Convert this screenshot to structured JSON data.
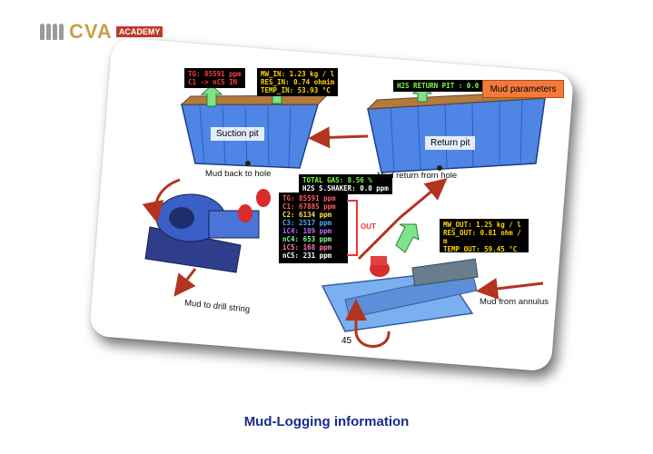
{
  "logo": {
    "brand": "CVA",
    "sub": "ACADEMY"
  },
  "panels": {
    "suction_top_left": [
      "TG: 85591 ppm",
      "C1 -> nC5  IN"
    ],
    "suction_top_right": [
      "MW_IN: 1.23 kg / l",
      "RES_IN: 0.74 ohmim",
      "TEMP_IN: 53.93 °C"
    ],
    "return_top": "H2S RETURN PIT : 0.0 ppm",
    "mud_params": "Mud parameters",
    "gas_header": [
      "TOTAL GAS:  8.56 %",
      "H2S S.SHAKER: 0.0 ppm"
    ],
    "gas_lines": [
      "TG: 85591 ppm",
      "C1: 67885 ppm",
      "C2: 6134 ppm",
      "C3: 2517 ppm",
      "iC4: 189 ppm",
      "nC4: 653 ppm",
      "iC5: 168 ppm",
      "nC5: 231 ppm"
    ],
    "out_label": "OUT",
    "outflow": [
      "MW_OUT: 1.25 kg / l",
      "RES_OUT: 0.81 ohm / m",
      "TEMP_OUT: 59.45  °C"
    ]
  },
  "labels": {
    "suction_pit": "Suction pit",
    "return_pit": "Return pit",
    "mud_back": "Mud back to hole",
    "mud_return": "Mud return from hole",
    "mud_drill": "Mud to drill string",
    "mud_annulus": "Mud from annulus"
  },
  "page_number": "45",
  "caption": "Mud-Logging information",
  "colors": {
    "tank_blue": "#4f86e6",
    "arrow_red": "#b3341f",
    "arrow_green": "#7fe38a",
    "accent_orange": "#f47a3c",
    "caption_blue": "#1a2a8c"
  }
}
